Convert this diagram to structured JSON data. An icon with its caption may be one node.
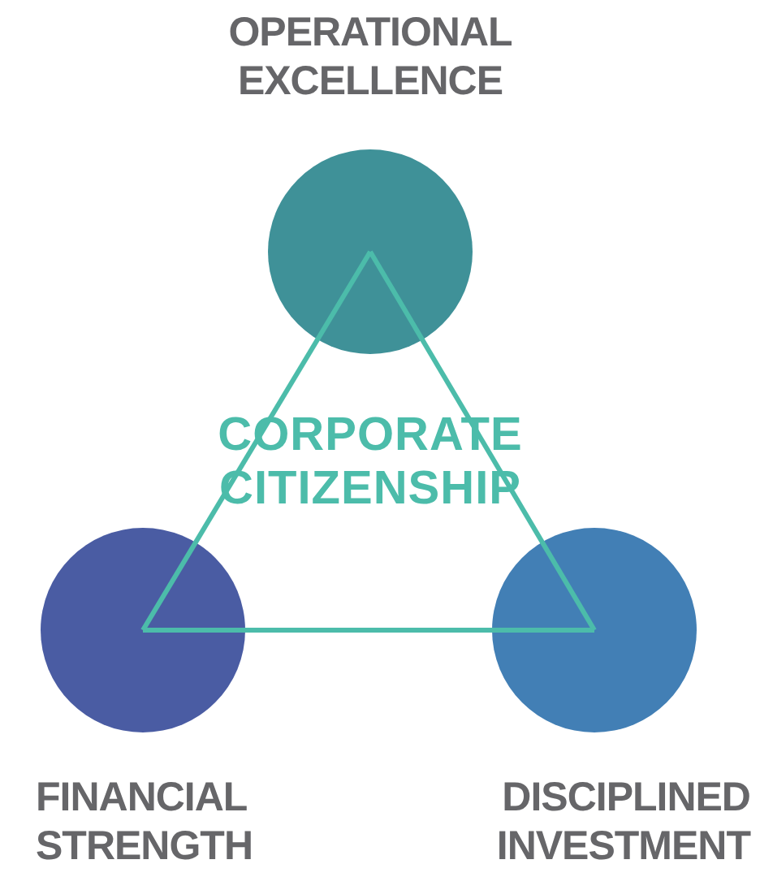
{
  "diagram": {
    "nodes": [
      {
        "text": [],
        "shape": "circle",
        "beside": [
          "OPERATIONAL EXCELLENCE"
        ]
      },
      {
        "text": [],
        "shape": "circle",
        "beside": [
          "FINANCIAL STRENGTH"
        ]
      },
      {
        "text": [],
        "shape": "circle",
        "beside": [
          "DISCIPLINED INVESTMENT"
        ]
      }
    ],
    "edges": [
      {
        "from": 0,
        "to": 1,
        "arrow": "none"
      },
      {
        "from": 1,
        "to": 2,
        "arrow": "none"
      },
      {
        "from": 2,
        "to": 0,
        "arrow": "none"
      }
    ],
    "labels": [
      "CORPORATE CITIZENSHIP"
    ]
  }
}
